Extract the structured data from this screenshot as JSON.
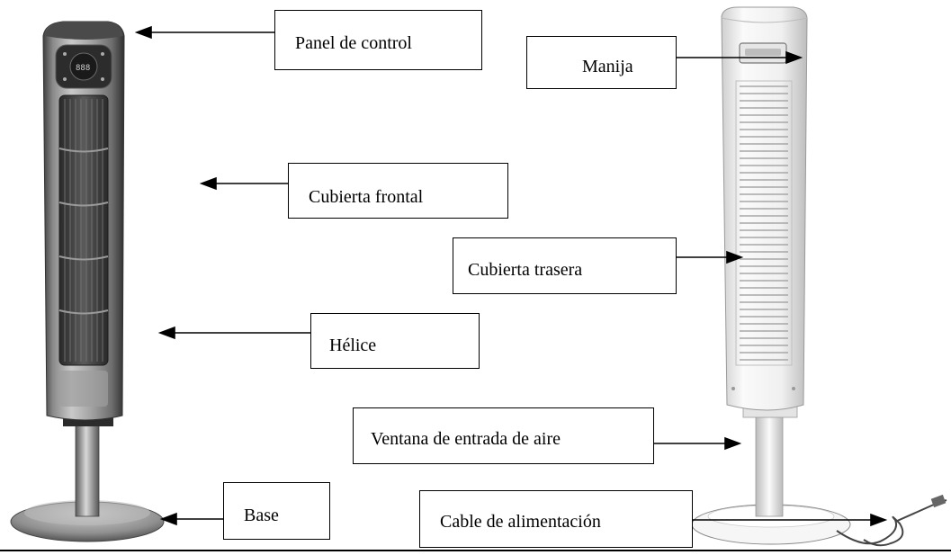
{
  "labels": {
    "control_panel": "Panel de control",
    "front_cover": "Cubierta frontal",
    "propeller": "Hélice",
    "base": "Base",
    "handle": "Manija",
    "rear_cover": "Cubierta trasera",
    "air_intake_window": "Ventana de entrada de aire",
    "power_cable": "Cable de alimentación"
  },
  "illustrations": {
    "front_fan": "front-view-tower-fan",
    "rear_fan": "rear-view-tower-fan"
  },
  "colors": {
    "front_fan_body": "#8e8e8e",
    "rear_fan_body": "#f4f4f4",
    "line": "#000000"
  }
}
